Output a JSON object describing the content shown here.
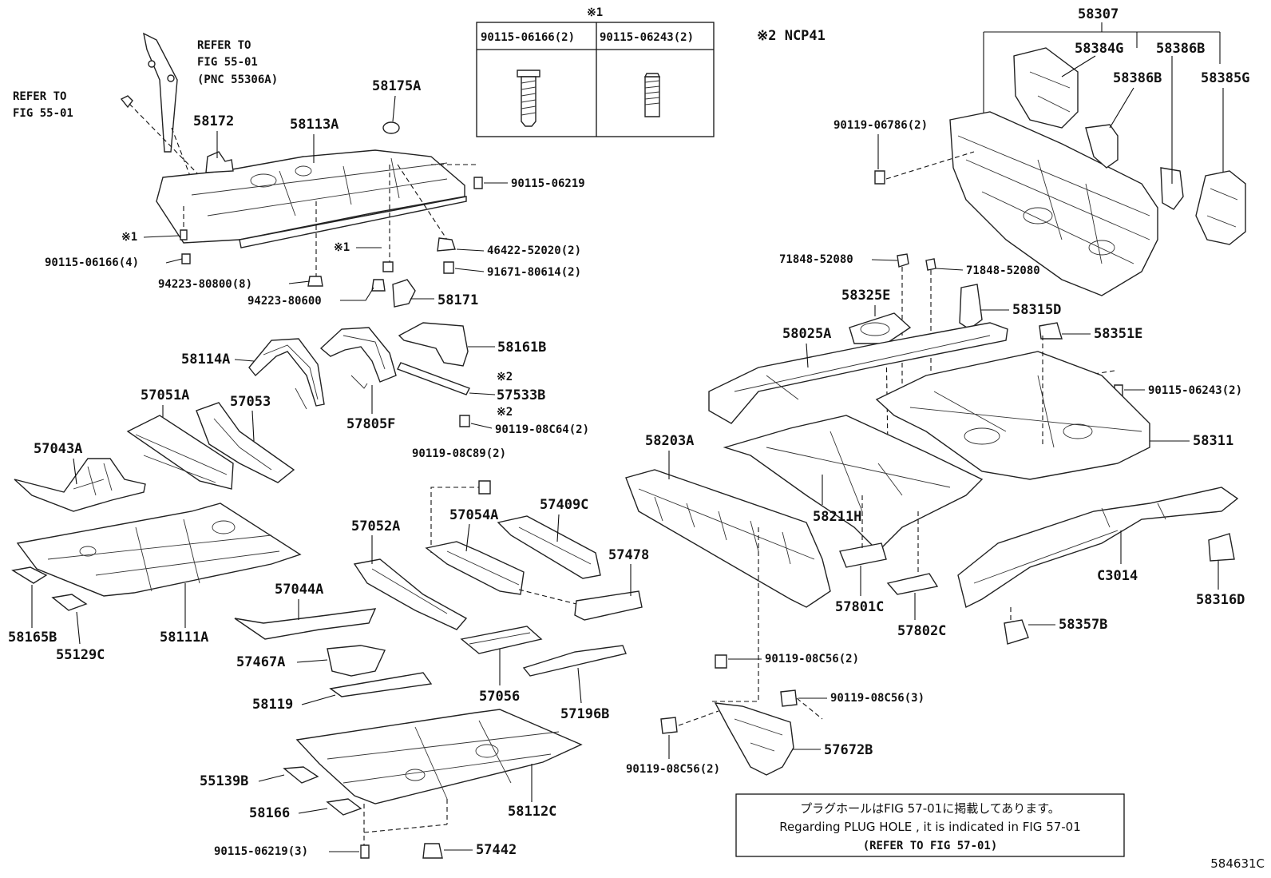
{
  "refer_notes": {
    "pipe_ref_line1": "REFER TO",
    "pipe_ref_line2": "FIG 55-01",
    "pipe_ref_line3": "(PNC 55306A)",
    "bolt_ref_line1": "REFER TO",
    "bolt_ref_line2": "FIG 55-01"
  },
  "fastener_table": {
    "marker": "※1",
    "col1": "90115-06166(2)",
    "col2": "90115-06243(2)"
  },
  "variant_note": "※2 NCP41",
  "plug_hole_note": {
    "line1": "プラグホールはFIG 57-01に掲載してあります。",
    "line2": "Regarding PLUG HOLE , it is indicated in FIG 57-01",
    "line3": "(REFER TO FIG 57-01)"
  },
  "figure_id": "584631C",
  "parts": {
    "p58172": "58172",
    "p58113A": "58113A",
    "p58175A": "58175A",
    "p90115_06219": "90115-06219",
    "m1_left": "※1",
    "p90115_06166_4": "90115-06166(4)",
    "m1_mid": "※1",
    "p46422_52020": "46422-52020(2)",
    "p91671_80614": "91671-80614(2)",
    "p94223_80800": "94223-80800(8)",
    "p94223_80600": "94223-80600",
    "p58171": "58171",
    "p58114A": "58114A",
    "p58161B": "58161B",
    "m2_a": "※2",
    "p57533B": "57533B",
    "m2_b": "※2",
    "p90119_08C64": "90119-08C64(2)",
    "p57051A": "57051A",
    "p57053": "57053",
    "p57805F": "57805F",
    "p90119_08C89": "90119-08C89(2)",
    "p57043A": "57043A",
    "p57054A": "57054A",
    "p57409C": "57409C",
    "p57052A": "57052A",
    "p57478": "57478",
    "p58165B": "58165B",
    "p55129C": "55129C",
    "p58111A": "58111A",
    "p57044A": "57044A",
    "p57467A": "57467A",
    "p57056": "57056",
    "p57196B": "57196B",
    "p58119": "58119",
    "p55139B": "55139B",
    "p58166": "58166",
    "p58112C": "58112C",
    "p90115_06219_3": "90115-06219(3)",
    "p57442": "57442",
    "p58307": "58307",
    "p58384G": "58384G",
    "p58386B_top": "58386B",
    "p58386B": "58386B",
    "p58385G": "58385G",
    "p90119_06786": "90119-06786(2)",
    "p71848_52080_l": "71848-52080",
    "p71848_52080_r": "71848-52080",
    "p58325E": "58325E",
    "p58315D": "58315D",
    "p58025A": "58025A",
    "p58351E": "58351E",
    "p90115_06243": "90115-06243(2)",
    "p58311": "58311",
    "p58203A": "58203A",
    "p58211H": "58211H",
    "p57801C": "57801C",
    "p57802C": "57802C",
    "pC3014": "C3014",
    "p58316D": "58316D",
    "p58357B": "58357B",
    "p90119_08C56_2a": "90119-08C56(2)",
    "p90119_08C56_3": "90119-08C56(3)",
    "p57672B": "57672B",
    "p90119_08C56_2b": "90119-08C56(2)"
  }
}
